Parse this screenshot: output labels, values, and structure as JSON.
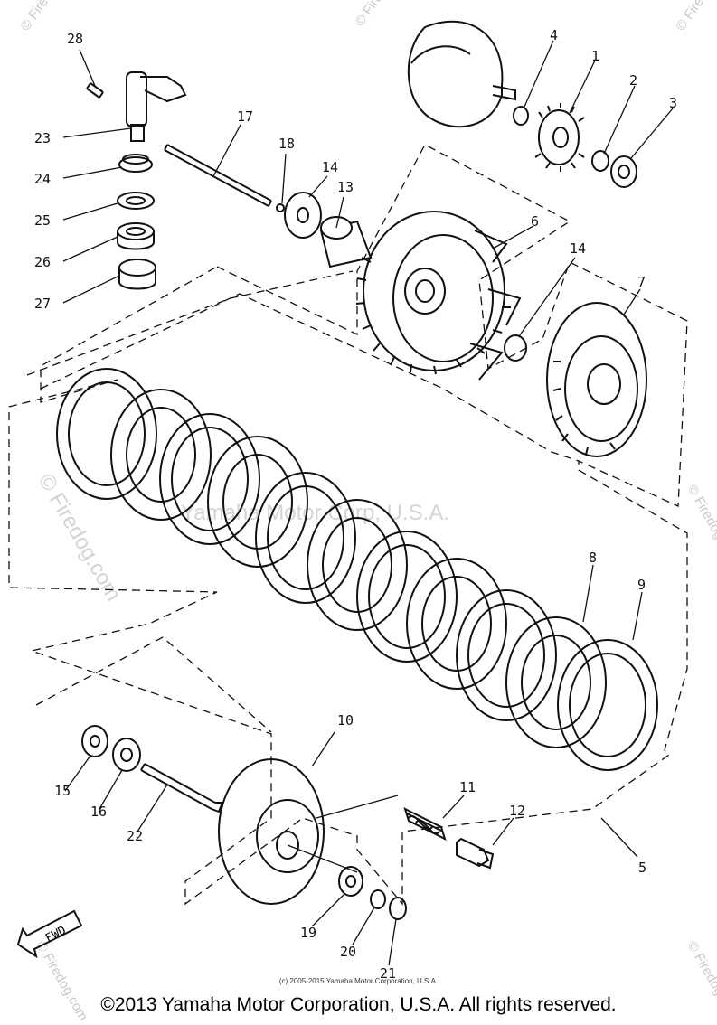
{
  "callouts": {
    "c1": "1",
    "c2": "2",
    "c3": "3",
    "c4": "4",
    "c5": "5",
    "c6": "6",
    "c7": "7",
    "c8": "8",
    "c9": "9",
    "c10": "10",
    "c11": "11",
    "c12": "12",
    "c13": "13",
    "c14a": "14",
    "c14b": "14",
    "c15": "15",
    "c16": "16",
    "c17": "17",
    "c18": "18",
    "c19": "19",
    "c20": "20",
    "c21": "21",
    "c22": "22",
    "c23": "23",
    "c24": "24",
    "c25": "25",
    "c26": "26",
    "c27": "27",
    "c28": "28"
  },
  "watermarks": {
    "site": "© Firedog.com",
    "center": "Yamaha Motor Corp, U.S.A."
  },
  "direction_marker": "FWD",
  "copyright_small": "(c) 2005-2015 Yamaha Motor Corporation, U.S.A.",
  "copyright": "©2013 Yamaha Motor Corporation, U.S.A. All rights reserved."
}
